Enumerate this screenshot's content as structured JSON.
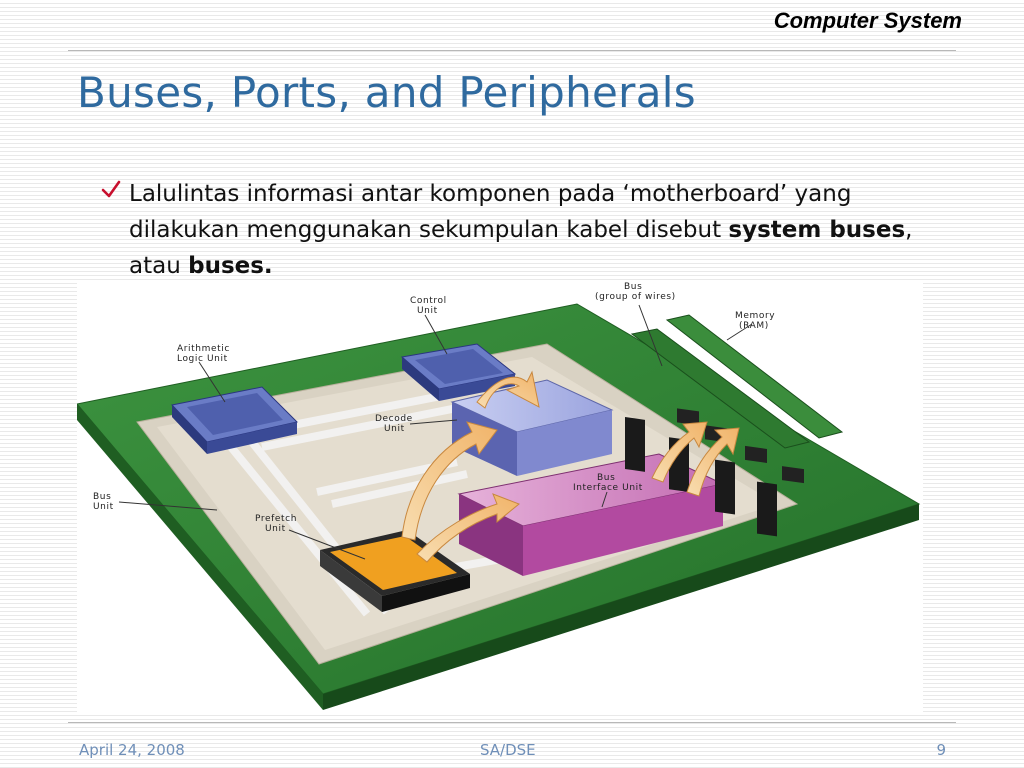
{
  "header": {
    "section_label": "Computer System"
  },
  "slide": {
    "title": "Buses, Ports, and Peripherals",
    "bullet": {
      "text_1": "Lalulintas informasi antar komponen pada ‘motherboard’ yang dilakukan menggunakan sekumpulan kabel disebut ",
      "bold_1": "system buses",
      "text_2": ", atau ",
      "bold_2": "buses."
    }
  },
  "diagram": {
    "labels": {
      "control_unit_1": "Control",
      "control_unit_2": "Unit",
      "bus_wires_1": "Bus",
      "bus_wires_2": "(group of wires)",
      "memory_1": "Memory",
      "memory_2": "(RAM)",
      "alu_1": "Arithmetic",
      "alu_2": "Logic Unit",
      "decode_1": "Decode",
      "decode_2": "Unit",
      "biu_1": "Bus",
      "biu_2": "Interface Unit",
      "bus_unit_1": "Bus",
      "bus_unit_2": "Unit",
      "prefetch_1": "Prefetch",
      "prefetch_2": "Unit"
    },
    "colors": {
      "board": "#2f7d32",
      "board_edge": "#1f5e22",
      "chip_area": "#d9d2c3",
      "alu_chip": "#5b6cb5",
      "control_chip": "#5b6cb5",
      "decode_block": "#8e97d6",
      "biu_block": "#b24aa0",
      "prefetch_chip": "#f0a020",
      "arrow": "#f4c88a",
      "ram_module": "#2e7a30",
      "ram_chip": "#1a1a1a"
    }
  },
  "footer": {
    "date": "April 24, 2008",
    "center": "SA/DSE",
    "page_number": "9"
  }
}
